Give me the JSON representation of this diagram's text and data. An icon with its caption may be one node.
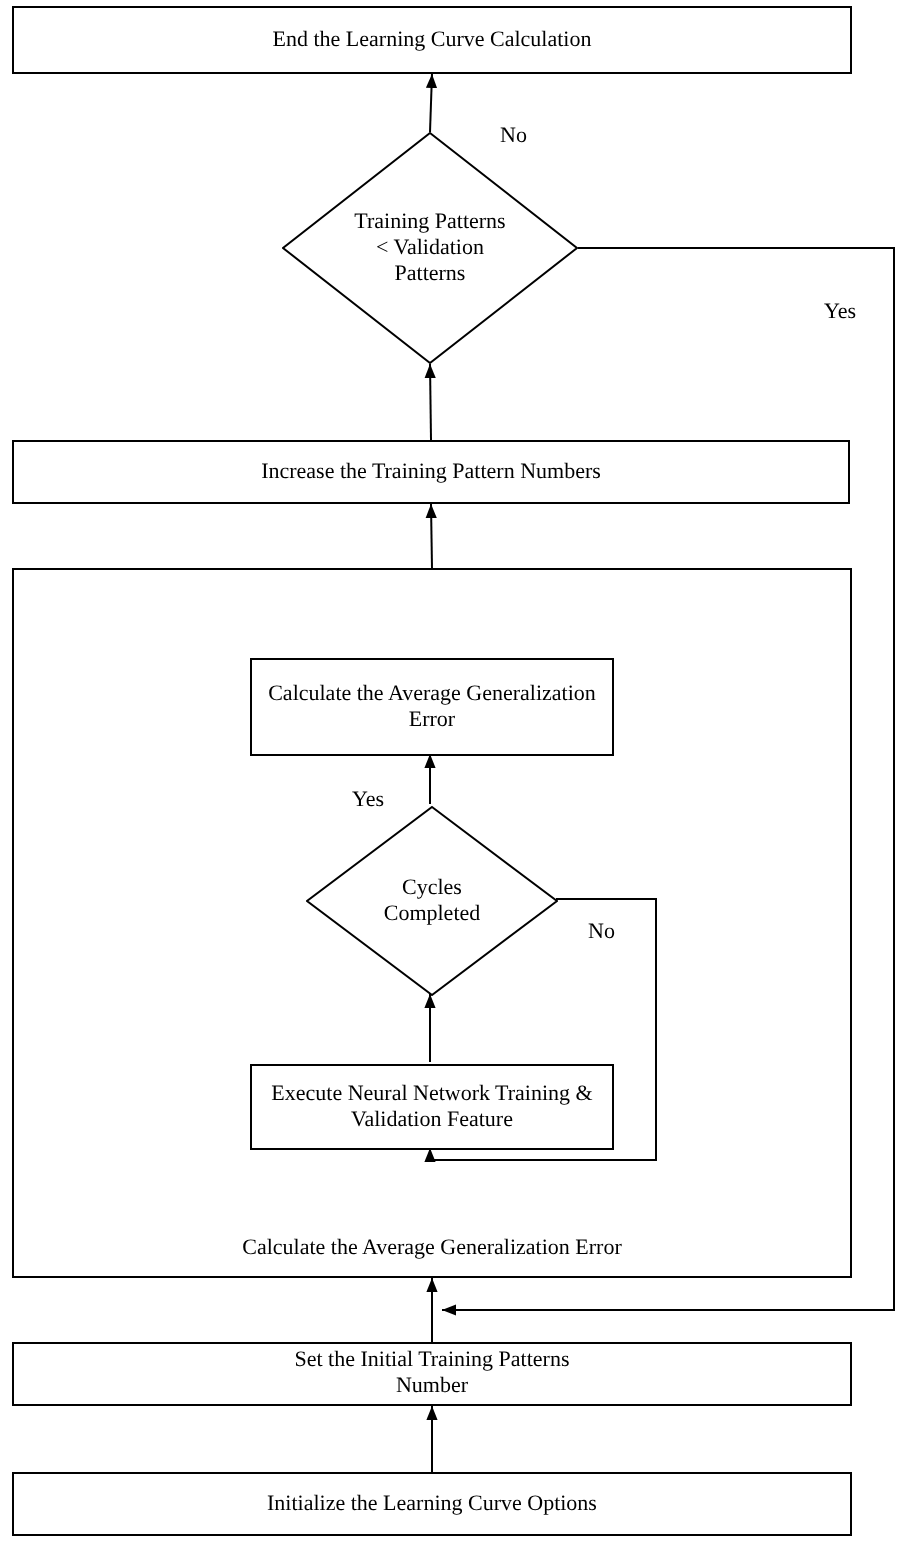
{
  "diagram": {
    "nodes": [
      {
        "text": [
          "Initialize the Learning Curve Options"
        ]
      },
      {
        "text": [
          "Set the Initial Training Patterns Number"
        ]
      },
      {
        "text": [
          "Calculate the Average Generalization Error"
        ]
      },
      {
        "text": [
          "Execute Neural Network Training & Validation Feature"
        ],
        "in": 2
      },
      {
        "text": [
          "Cycles Completed"
        ],
        "in": 2
      },
      {
        "text": [
          "Calculate the Average Generalization Error"
        ],
        "in": 2
      },
      {
        "text": [
          "Increase the Training Pattern Numbers"
        ]
      },
      {
        "text": [
          "Training Patterns < Validation Patterns"
        ]
      },
      {
        "text": [
          "End the Learning Curve Calculation"
        ]
      }
    ],
    "edges": [
      {
        "from": 0,
        "to": 1,
        "arrow": "to"
      },
      {
        "from": 1,
        "to": 2,
        "arrow": "to"
      },
      {
        "from": 3,
        "to": 4,
        "arrow": "to"
      },
      {
        "from": 4,
        "to": 5,
        "arrow": "to",
        "label": "Yes"
      },
      {
        "from": 4,
        "to": 3,
        "arrow": "to",
        "label": "No"
      },
      {
        "from": 2,
        "to": 6,
        "arrow": "to"
      },
      {
        "from": 6,
        "to": 7,
        "arrow": "to"
      },
      {
        "from": 7,
        "to": 8,
        "arrow": "to",
        "label": "No"
      },
      {
        "from": 7,
        "to": 2,
        "arrow": "to",
        "label": "Yes"
      }
    ]
  }
}
